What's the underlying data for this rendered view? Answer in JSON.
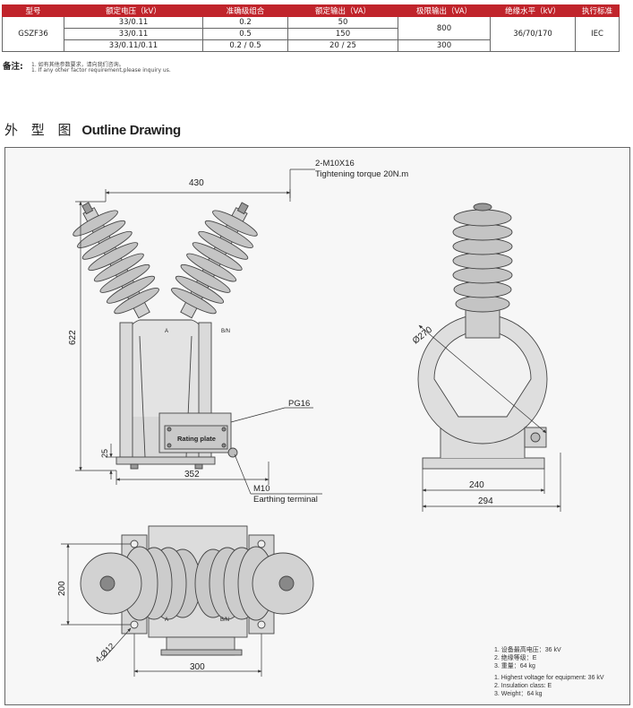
{
  "table": {
    "headers": [
      "型号",
      "额定电压（kV）",
      "准确级组合",
      "额定输出（VA）",
      "极限输出（VA）",
      "绝缘水平（kV）",
      "执行标准"
    ],
    "model": "GSZF36",
    "rows": [
      {
        "voltage": "33/0.11",
        "accuracy": "0.2",
        "output": "50"
      },
      {
        "voltage": "33/0.11",
        "accuracy": "0.5",
        "output": "150"
      },
      {
        "voltage": "33/0.11/0.11",
        "accuracy": "0.2 / 0.5",
        "output": "20 / 25"
      }
    ],
    "limit_output": [
      "800",
      "300"
    ],
    "insulation": "36/70/170",
    "standard": "IEC"
  },
  "notes": {
    "label": "备注:",
    "line1": "1. 如有其他参数要求，请向我们咨询。",
    "line2": "1. If any other factor requirement,please inquiry us."
  },
  "section": {
    "title_cn": "外 型 图",
    "title_en": "Outline Drawing"
  },
  "drawing": {
    "dim_430": "430",
    "dim_622": "622",
    "dim_25": "25",
    "dim_352": "352",
    "bolt_label": "2-M10X16",
    "torque_label": "Tightening torque 20N.m",
    "pg_label": "PG16",
    "rating_plate": "Rating plate",
    "m10_label": "M10",
    "earthing_label": "Earthing terminal",
    "terminal_a": "A",
    "terminal_bn": "B/N",
    "dim_270": "Ø270",
    "dim_240": "240",
    "dim_294": "294",
    "dim_200": "200",
    "dim_300": "300",
    "holes_label": "4-Ø12",
    "info_cn": [
      "1. 设备最高电压：36 kV",
      "2. 绝缘等级：E",
      "3. 重量：64 kg"
    ],
    "info_en": [
      "1. Highest voltage for equipment: 36 kV",
      "2. Insulation class: E",
      "3. Weight：64 kg"
    ]
  },
  "colors": {
    "header_red": "#c0242b",
    "drawing_bg": "#f7f7f7"
  }
}
